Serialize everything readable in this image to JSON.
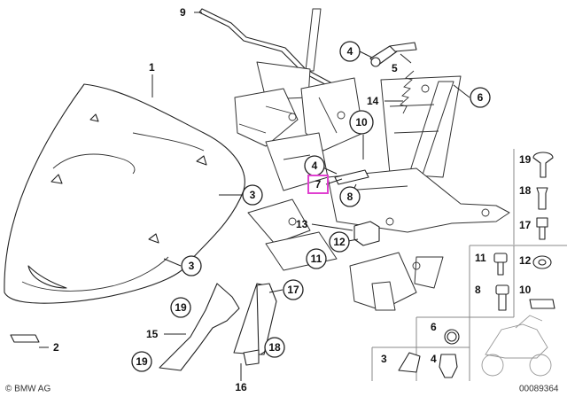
{
  "callouts": {
    "c1": "1",
    "c2": "2",
    "c3a": "3",
    "c3b": "3",
    "c4a": "4",
    "c4b": "4",
    "c5": "5",
    "c6": "6",
    "c7": "7",
    "c8": "8",
    "c9": "9",
    "c10": "10",
    "c11": "11",
    "c12": "12",
    "c13": "13",
    "c14": "14",
    "c15": "15",
    "c16": "16",
    "c17": "17",
    "c18": "18",
    "c19a": "19",
    "c19b": "19"
  },
  "parts_grid": {
    "r19": "19",
    "r18": "18",
    "r17": "17",
    "r11": "11",
    "r12": "12",
    "r8": "8",
    "r10": "10",
    "r6": "6",
    "r3": "3",
    "r4": "4"
  },
  "footer": {
    "copyright": "© BMW AG",
    "diagram_number": "00089364"
  },
  "highlight_color": "#e040d0"
}
